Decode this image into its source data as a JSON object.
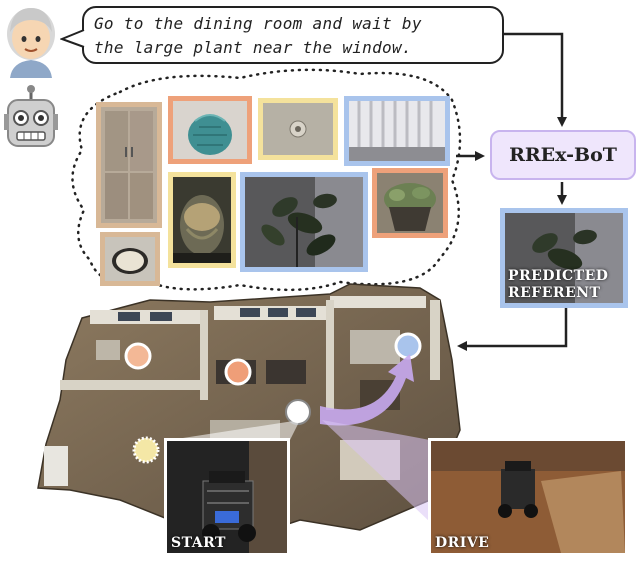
{
  "instruction": {
    "line1": "Go to the dining room and wait by",
    "line2": "the large plant near the window."
  },
  "model": {
    "label": "RREx-BoT"
  },
  "prediction": {
    "line1": "PREDICTED",
    "line2": "REFERENT"
  },
  "photos": {
    "start_label": "START",
    "drive_label": "DRIVE"
  },
  "colors": {
    "tan": "#d8b896",
    "orange": "#eea17a",
    "yellow": "#f4e29c",
    "blue": "#a9c4ec",
    "purple": "#c8b4ee"
  },
  "icons": [
    "person-emoji-icon",
    "robot-emoji-icon"
  ]
}
